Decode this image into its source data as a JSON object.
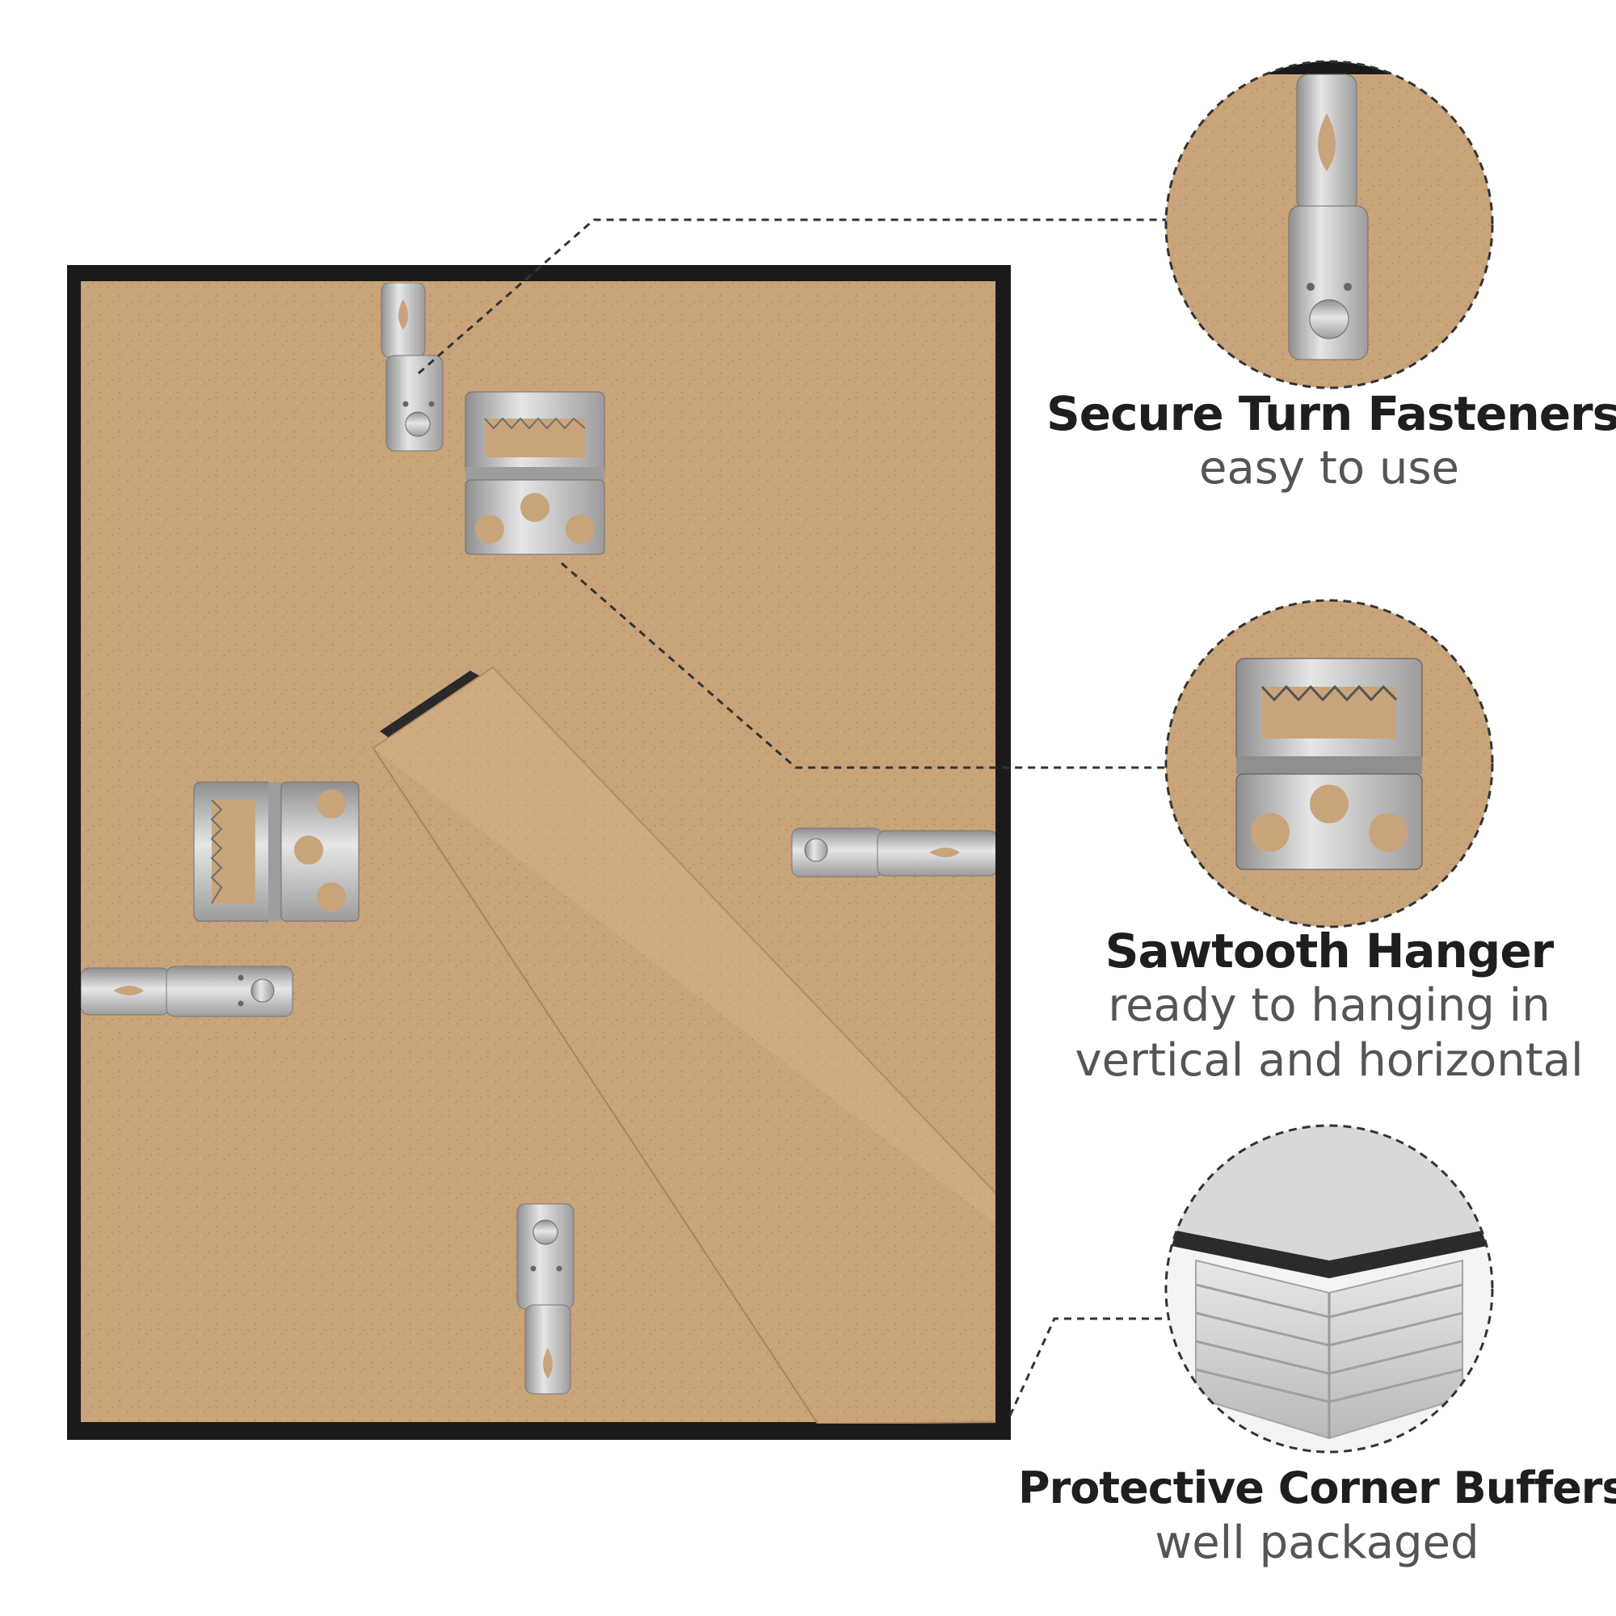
{
  "features": [
    {
      "title": "Secure Turn Fasteners",
      "subtitle_lines": [
        "easy to use"
      ]
    },
    {
      "title": "Sawtooth Hanger",
      "subtitle_lines": [
        "ready to hanging in",
        "vertical and horizontal"
      ]
    },
    {
      "title": "Protective Corner Buffers",
      "subtitle_lines": [
        "well packaged"
      ]
    }
  ],
  "colors": {
    "background": "#ffffff",
    "frame": "#1a1a1a",
    "backboard": "#c9a47a",
    "metal": "#b8b8b8",
    "title_text": "#1e1e1e",
    "subtitle_text": "#555555"
  }
}
